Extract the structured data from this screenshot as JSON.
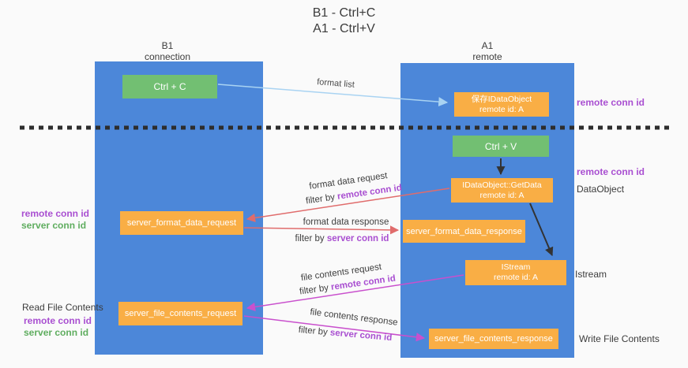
{
  "title": {
    "line1": "B1 - Ctrl+C",
    "line2": "A1 - Ctrl+V"
  },
  "columns": {
    "left": {
      "name": "B1",
      "role": "connection"
    },
    "right": {
      "name": "A1",
      "role": "remote"
    }
  },
  "nodes": {
    "ctrl_c": "Ctrl + C",
    "save_idataobject": {
      "line1": "保存IDataObject",
      "line2": "remote id: A"
    },
    "ctrl_v": "Ctrl + V",
    "getdata": {
      "line1": "IDataObject::GetData",
      "line2": "remote id: A"
    },
    "server_format_data_request": "server_format_data_request",
    "server_format_data_response": "server_format_data_response",
    "istream": {
      "line1": "IStream",
      "line2": "remote id: A"
    },
    "server_file_contents_request": "server_file_contents_request",
    "server_file_contents_response": "server_file_contents_response"
  },
  "right_labels": {
    "remote_conn_id_top": "remote conn id",
    "remote_conn_id_mid": "remote conn id",
    "dataobject": "DataObject",
    "istream": "Istream",
    "write_file_contents": "Write File Contents"
  },
  "left_labels": {
    "remote_conn_id_1": "remote conn id",
    "server_conn_id_1": "server conn id",
    "read_file_contents": "Read File Contents",
    "remote_conn_id_2": "remote conn id",
    "server_conn_id_2": "server conn id"
  },
  "arrow_labels": {
    "format_list": "format list",
    "format_data_request": "format data request",
    "filter_by_1": "filter by",
    "remote_conn_id_1": "remote conn id",
    "format_data_response": "format data response",
    "filter_by_2": "filter by",
    "server_conn_id_2": "server conn id",
    "file_contents_request": "file contents request",
    "filter_by_3": "filter by",
    "remote_conn_id_3": "remote conn id",
    "file_contents_response": "file contents response",
    "filter_by_4": "filter by",
    "server_conn_id_4": "server conn id"
  },
  "colors": {
    "lifeline_blue": "#4c87d9",
    "box_green": "#72bf72",
    "box_orange": "#f9ae45",
    "arrow_light_blue": "#a9d3f2",
    "arrow_red": "#e06c6c",
    "arrow_magenta": "#c950cd",
    "arrow_black": "#333333",
    "text_purple": "#a94fd1",
    "text_green": "#5fad5f",
    "background": "#fafafa"
  }
}
